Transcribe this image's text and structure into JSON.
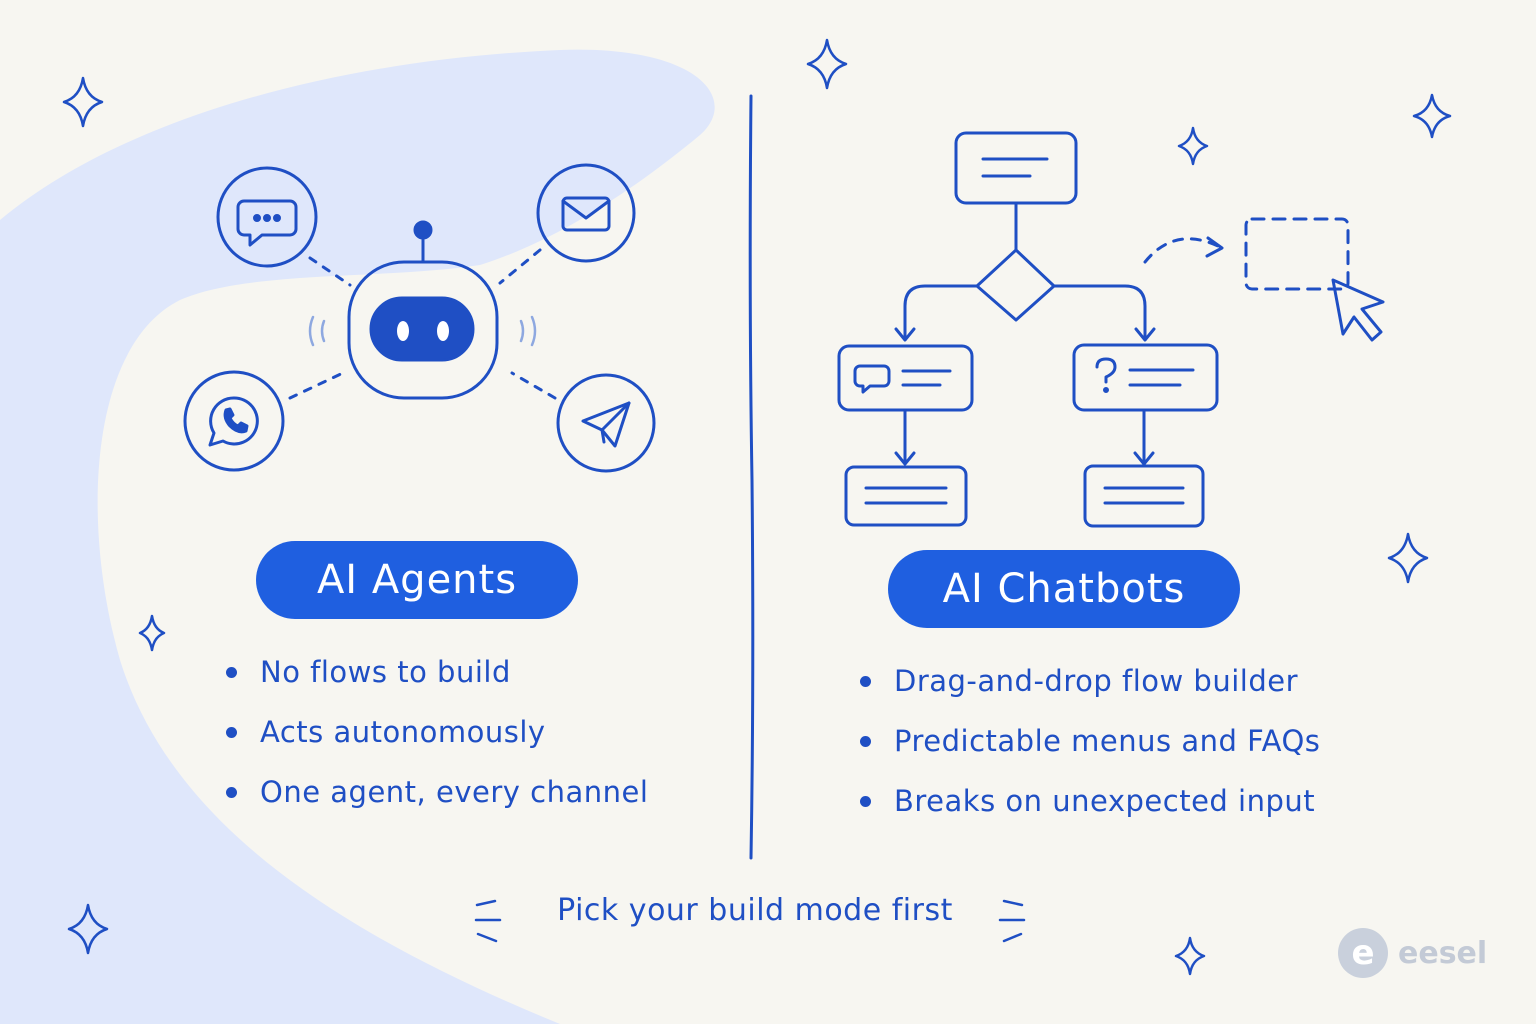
{
  "left_panel": {
    "title": "AI Agents",
    "bullets": [
      "No flows to build",
      "Acts autonomously",
      "One agent, every channel"
    ],
    "channel_icons": [
      "chat-bubble-icon",
      "envelope-icon",
      "whatsapp-icon",
      "paper-plane-icon"
    ],
    "center_icon": "robot-icon"
  },
  "right_panel": {
    "title": "AI Chatbots",
    "bullets": [
      "Drag-and-drop flow builder",
      "Predictable menus and FAQs",
      "Breaks on unexpected input"
    ],
    "diagram_icons": [
      "flowchart-icon",
      "decision-diamond-icon",
      "chat-bubble-icon",
      "question-mark-icon",
      "cursor-icon"
    ]
  },
  "footer": {
    "caption": "Pick your build mode first",
    "logo_mark": "e",
    "logo_text": "eesel"
  },
  "colors": {
    "accent": "#1f5fe0",
    "stroke": "#1f4fc4",
    "background": "#f7f6f1",
    "blob": "#dfe7fb",
    "logo": "#c3cad6"
  }
}
